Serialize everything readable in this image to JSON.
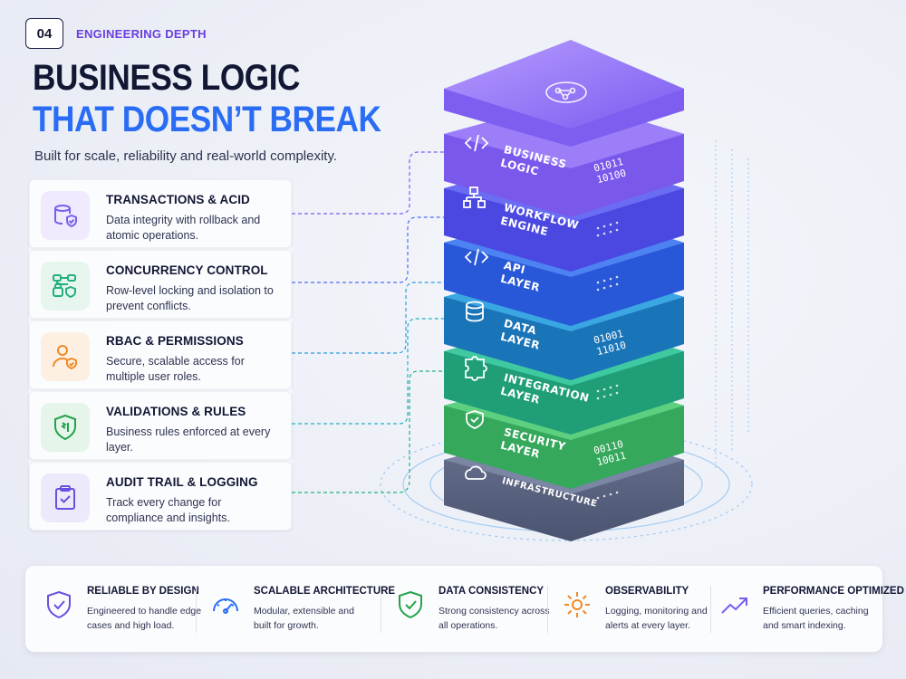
{
  "header": {
    "badge": "04",
    "eyebrow": "ENGINEERING DEPTH",
    "title_line1": "BUSINESS LOGIC",
    "title_line2": "THAT DOESN’T BREAK",
    "subtitle": "Built for scale, reliability and real-world complexity."
  },
  "features": [
    {
      "title": "TRANSACTIONS & ACID",
      "desc": "Data integrity with rollback and atomic operations.",
      "icon": "database-shield-icon",
      "color": "#7b5cf0"
    },
    {
      "title": "CONCURRENCY CONTROL",
      "desc": "Row-level locking and isolation to prevent conflicts.",
      "icon": "lock-network-icon",
      "color": "#22b07d"
    },
    {
      "title": "RBAC & PERMISSIONS",
      "desc": "Secure, scalable access for multiple user roles.",
      "icon": "user-shield-icon",
      "color": "#f08a24"
    },
    {
      "title": "VALIDATIONS & RULES",
      "desc": "Business rules enforced at every layer.",
      "icon": "shield-rules-icon",
      "color": "#22a34a"
    },
    {
      "title": "AUDIT TRAIL & LOGGING",
      "desc": "Track every change for compliance and insights.",
      "icon": "clipboard-check-icon",
      "color": "#6a4fe0"
    }
  ],
  "stack": {
    "layers": [
      {
        "label_line1": "BUSINESS",
        "label_line2": "LOGIC",
        "binary_line1": "01011",
        "binary_line2": "10100",
        "icon": "code-icon"
      },
      {
        "label_line1": "WORKFLOW",
        "label_line2": "ENGINE",
        "icon": "workflow-icon"
      },
      {
        "label_line1": "API",
        "label_line2": "LAYER",
        "icon": "code-icon"
      },
      {
        "label_line1": "DATA",
        "label_line2": "LAYER",
        "binary_line1": "01001",
        "binary_line2": "11010",
        "icon": "database-icon"
      },
      {
        "label_line1": "INTEGRATION",
        "label_line2": "LAYER",
        "icon": "puzzle-icon"
      },
      {
        "label_line1": "SECURITY",
        "label_line2": "LAYER",
        "binary_line1": "00110",
        "binary_line2": "10011",
        "icon": "shield-icon"
      },
      {
        "label_line1": "INFRASTRUCTURE",
        "label_line2": "",
        "icon": "cloud-icon"
      }
    ],
    "top_icon": "brain-network-icon"
  },
  "bottom": [
    {
      "title": "RELIABLE BY DESIGN",
      "desc": "Engineered to handle edge cases and high load.",
      "icon": "shield-check-icon",
      "color": "#6a4fe0"
    },
    {
      "title": "SCALABLE ARCHITECTURE",
      "desc": "Modular, extensible and built for growth.",
      "icon": "gauge-icon",
      "color": "#2a6df4"
    },
    {
      "title": "DATA CONSISTENCY",
      "desc": "Strong consistency across all operations.",
      "icon": "shield-check-icon",
      "color": "#22a34a"
    },
    {
      "title": "OBSERVABILITY",
      "desc": "Logging, monitoring and alerts at every layer.",
      "icon": "gear-icon",
      "color": "#f08a24"
    },
    {
      "title": "PERFORMANCE OPTIMIZED",
      "desc": "Efficient queries, caching and smart indexing.",
      "icon": "trend-up-icon",
      "color": "#7b5cf0"
    }
  ]
}
